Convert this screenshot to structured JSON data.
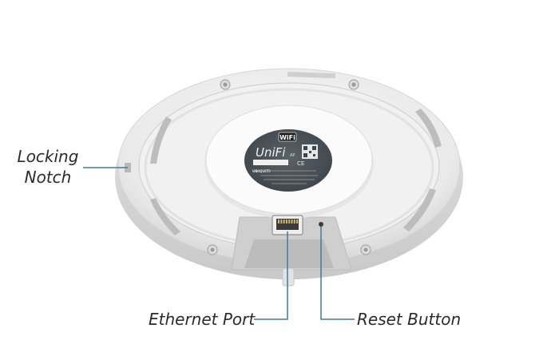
{
  "callouts": {
    "locking_notch_line1": "Locking",
    "locking_notch_line2": "Notch",
    "ethernet_port": "Ethernet Port",
    "reset_button": "Reset Button"
  },
  "label_plate": {
    "wifi_badge": "WiFi",
    "brand": "UniFi",
    "model_suffix": "AP",
    "maker": "UBIQUITI",
    "ce_mark": "CE"
  },
  "colors": {
    "callout_line": "#3f7c9c",
    "label_text": "#2b2b2b",
    "plate": "#4b5358",
    "housing": "#eeeeee"
  }
}
